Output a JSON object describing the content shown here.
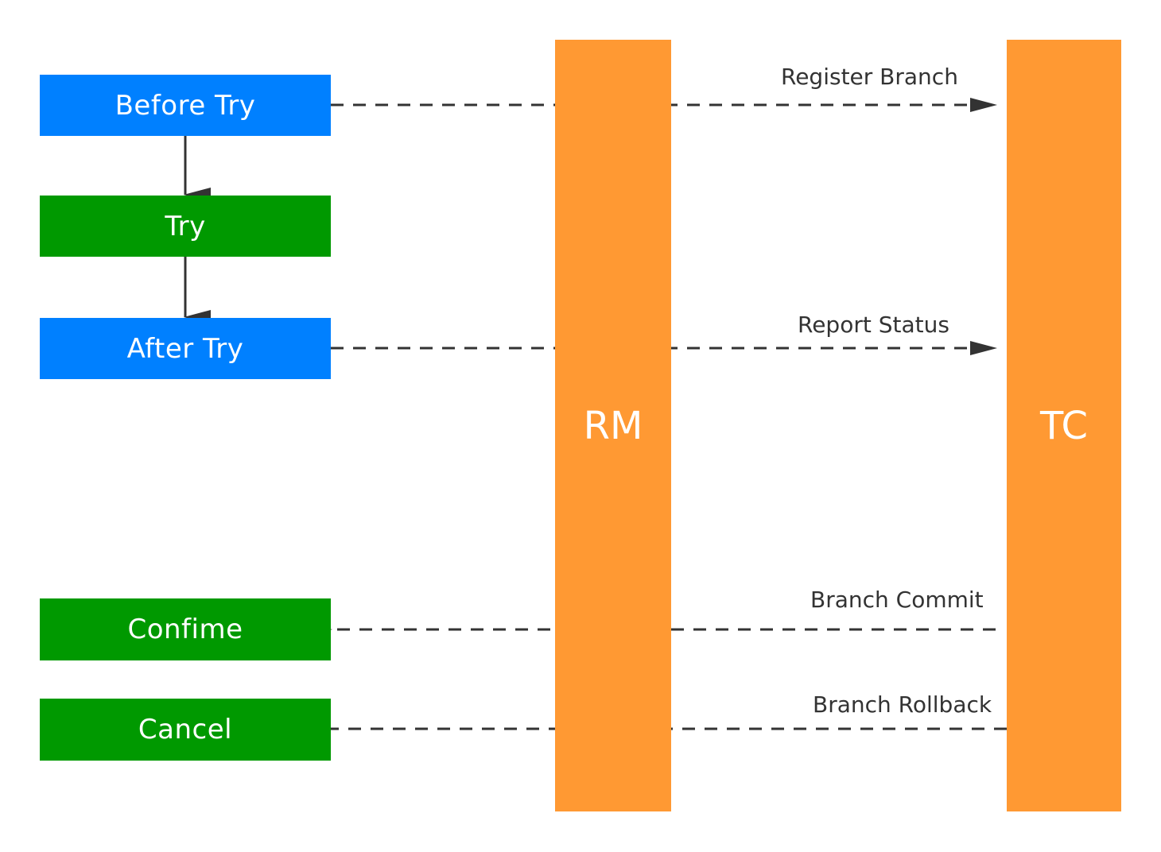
{
  "colors": {
    "blue": "#0080ff",
    "green": "#009900",
    "orange": "#ff9933",
    "line": "#333333"
  },
  "nodes": {
    "before_try": "Before Try",
    "try": "Try",
    "after_try": "After Try",
    "confirm": "Confime",
    "cancel": "Cancel"
  },
  "lanes": {
    "rm": "RM",
    "tc": "TC"
  },
  "messages": {
    "register_branch": "Register Branch",
    "report_status": "Report Status",
    "branch_commit": "Branch Commit",
    "branch_rollback": "Branch Rollback"
  }
}
